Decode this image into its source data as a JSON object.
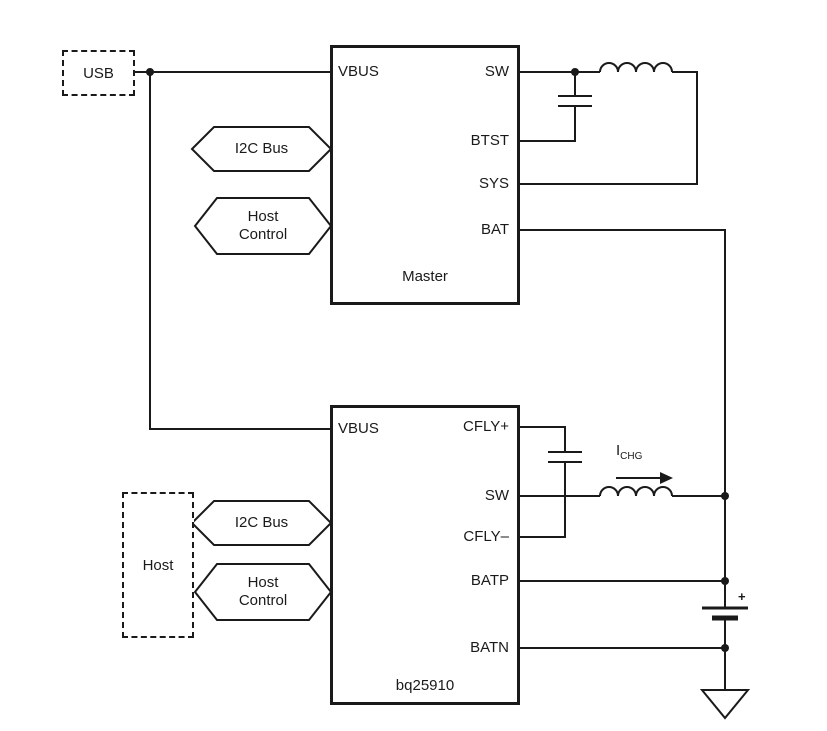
{
  "colors": {
    "line": "#1a1a1a",
    "background": "#ffffff"
  },
  "diagram": {
    "usb": {
      "label": "USB"
    },
    "host": {
      "label": "Host"
    },
    "master": {
      "name": "Master",
      "pin_vbus": "VBUS",
      "pin_sw": "SW",
      "pin_btst": "BTST",
      "pin_sys": "SYS",
      "pin_bat": "BAT"
    },
    "charger": {
      "name": "bq25910",
      "pin_vbus": "VBUS",
      "pin_cfly_plus": "CFLY+",
      "pin_sw": "SW",
      "pin_cfly_minus": "CFLY–",
      "pin_batp": "BATP",
      "pin_batn": "BATN"
    },
    "hex_i2c_top": {
      "label": "I2C Bus"
    },
    "hex_host_top": {
      "line1": "Host",
      "line2": "Control"
    },
    "hex_i2c_bottom": {
      "label": "I2C Bus"
    },
    "hex_host_bottom": {
      "line1": "Host",
      "line2": "Control"
    },
    "current": {
      "base": "I",
      "sub": "CHG"
    },
    "battery": {
      "plus": "+"
    }
  }
}
